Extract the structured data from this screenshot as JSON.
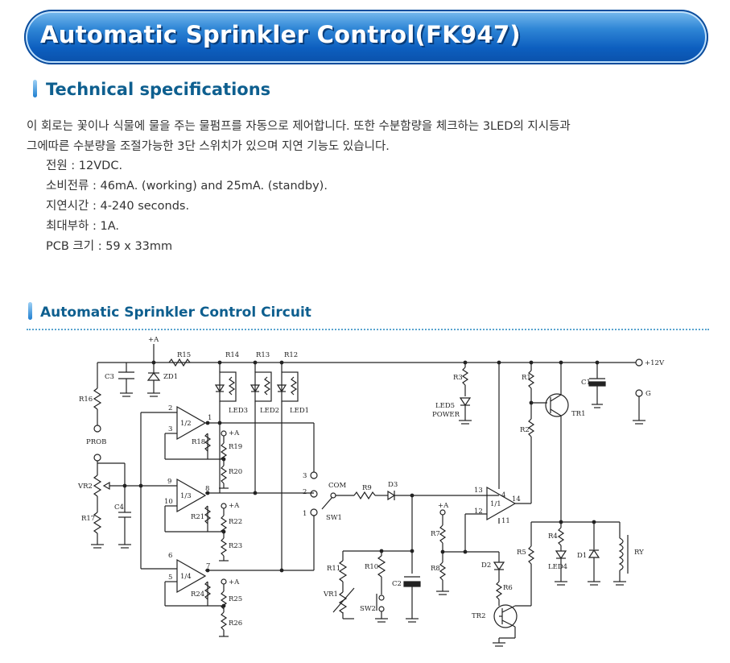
{
  "header": {
    "title": "Automatic Sprinkler Control(FK947)"
  },
  "specs_section": {
    "title": "Technical specifications",
    "description_lines": [
      "이 회로는 꽃이나 식물에 물을 주는 물펌프를 자동으로 제어합니다. 또한 수분함량을 체크하는 3LED의 지시등과",
      "그에따른 수분량을 조절가능한 3단 스위치가 있으며 지연 기능도 있습니다."
    ],
    "items": [
      "전원 : 12VDC.",
      "소비전류 : 46mA. (working) and 25mA. (standby).",
      "지연시간 : 4-240 seconds.",
      "최대부하 : 1A.",
      "PCB 크기 : 59 x 33mm"
    ]
  },
  "circuit_section": {
    "title": "Automatic Sprinkler Control Circuit"
  },
  "schematic": {
    "labels": {
      "plusA": "+A",
      "r15": "R15",
      "r14": "R14",
      "r13": "R13",
      "r12": "R12",
      "c3": "C3",
      "zd1": "ZD1",
      "r16": "R16",
      "probe": "PROB",
      "led3": "LED3",
      "led2": "LED2",
      "led1": "LED1",
      "u12": "1/2",
      "u13": "1/3",
      "u14": "1/4",
      "u11": "1/1",
      "r18": "R18",
      "r19": "R19",
      "r20": "R20",
      "vr2": "VR2",
      "c4": "C4",
      "r17": "R17",
      "r21": "R21",
      "r22": "R22",
      "r23": "R23",
      "r24": "R24",
      "r25": "R25",
      "r26": "R26",
      "com": "COM",
      "sw1": "SW1",
      "r9": "R9",
      "d3": "D3",
      "r3": "R3",
      "led5": "LED5",
      "power": "POWER",
      "r1": "R1",
      "r2": "R2",
      "tr1": "TR1",
      "c1": "C1",
      "v12": "+12V",
      "g": "G",
      "r7": "R7",
      "r8": "R8",
      "d2": "D2",
      "r6": "R6",
      "tr2": "TR2",
      "r5": "R5",
      "r4": "R4",
      "led4": "LED4",
      "d1": "D1",
      "ry": "RY",
      "r11": "R11",
      "vr1": "VR1",
      "r10": "R10",
      "sw2": "SW2",
      "c2": "C2",
      "plus": "+",
      "minus": "−",
      "p1": "1",
      "p2": "2",
      "p3": "3",
      "p4": "4",
      "p5": "5",
      "p6": "6",
      "p7": "7",
      "p8": "8",
      "p9": "9",
      "p10": "10",
      "p11": "11",
      "p12": "12",
      "p13": "13",
      "p14": "14"
    }
  }
}
